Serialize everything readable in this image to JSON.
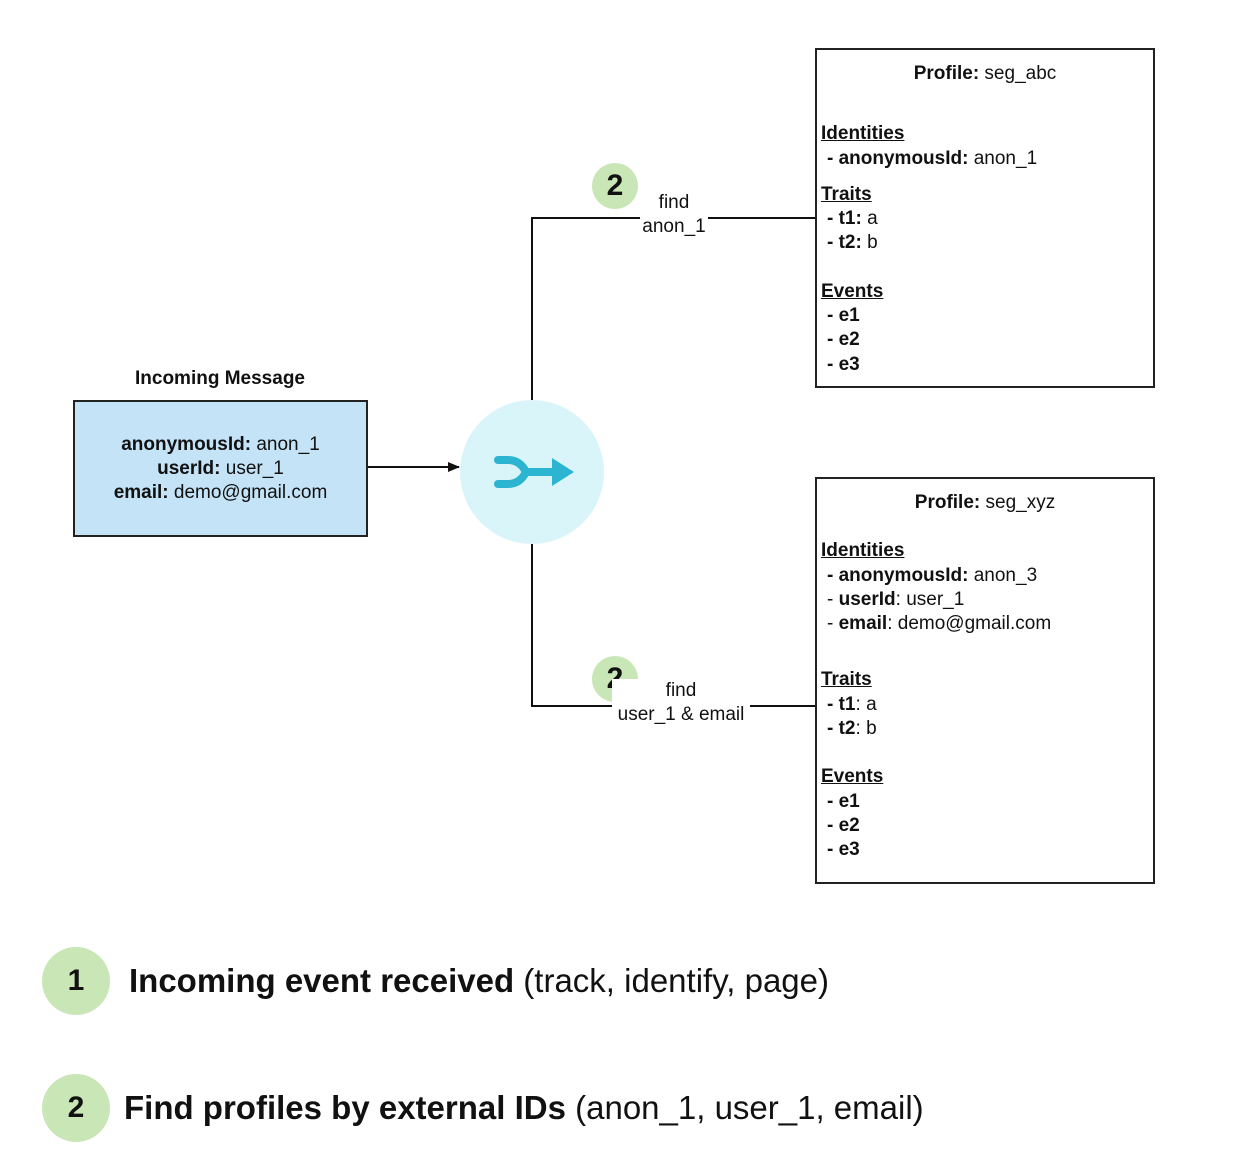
{
  "incoming": {
    "title": "Incoming Message",
    "fields": [
      {
        "key": "anonymousId:",
        "value": " anon_1"
      },
      {
        "key": "userId:",
        "value": " user_1"
      },
      {
        "key": "email:",
        "value": " demo@gmail.com"
      }
    ]
  },
  "merge_node": {
    "icon": "merge-arrow-icon",
    "fill": "#daf5fa",
    "icon_color": "#2bb5d0"
  },
  "edges": [
    {
      "step": "2",
      "label_line1": "find",
      "label_line2": "anon_1"
    },
    {
      "step": "2",
      "label_line1": "find",
      "label_line2": "user_1 & email"
    }
  ],
  "profiles": [
    {
      "title_key": "Profile:",
      "title_value": " seg_abc",
      "identities_label": "Identities",
      "identities": [
        {
          "dash": "- ",
          "key": "anonymousId:",
          "value": " anon_1",
          "key_bold_colon": true
        }
      ],
      "traits_label": "Traits",
      "traits": [
        {
          "key": "t1:",
          "value": " a"
        },
        {
          "key": "t2:",
          "value": " b"
        }
      ],
      "events_label": "Events",
      "events": [
        "- e1",
        "- e2",
        "- e3"
      ]
    },
    {
      "title_key": "Profile:",
      "title_value": " seg_xyz",
      "identities_label": "Identities",
      "identities": [
        {
          "dash": "- ",
          "key": "anonymousId:",
          "value": " anon_3"
        },
        {
          "dash": "- ",
          "key": "userId",
          "value": ": user_1"
        },
        {
          "dash": "- ",
          "key": "email",
          "value": ": demo@gmail.com"
        }
      ],
      "traits_label": "Traits",
      "traits": [
        {
          "key": "t1",
          "value": ": a"
        },
        {
          "key": "t2",
          "value": ": b"
        }
      ],
      "events_label": "Events",
      "events": [
        "- e1",
        "- e2",
        "- e3"
      ]
    }
  ],
  "legend": [
    {
      "step": "1",
      "bold": "Incoming event received",
      "normal": " (track, identify, page)"
    },
    {
      "step": "2",
      "bold": "Find profiles by external IDs",
      "normal": " (anon_1, user_1, email)"
    }
  ],
  "colors": {
    "badge": "#c9e7b6",
    "message_box": "#c4e3f6",
    "merge_node": "#daf5fa",
    "merge_icon": "#2bb5d0"
  }
}
